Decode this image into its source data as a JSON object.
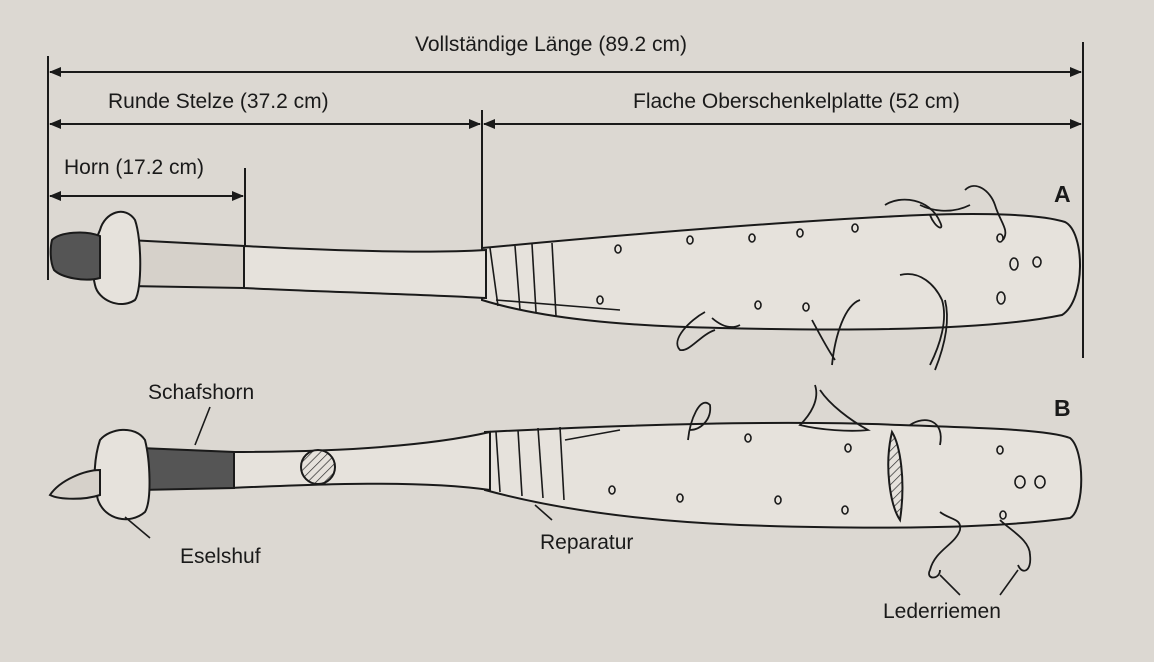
{
  "dimensions": {
    "total_length": "Vollständige Länge (89.2 cm)",
    "round_stilt": "Runde Stelze (37.2 cm)",
    "flat_thigh_plate": "Flache Oberschenkelplatte (52 cm)",
    "horn": "Horn (17.2 cm)"
  },
  "views": {
    "a": "A",
    "b": "B"
  },
  "annotations": {
    "sheep_horn": "Schafshorn",
    "donkey_hoof": "Eselshuf",
    "repair": "Reparatur",
    "leather_straps": "Lederriemen"
  },
  "colors": {
    "background": "#dcd8d2",
    "object_fill": "#e6e2dc",
    "ink": "#1a1a1a"
  }
}
